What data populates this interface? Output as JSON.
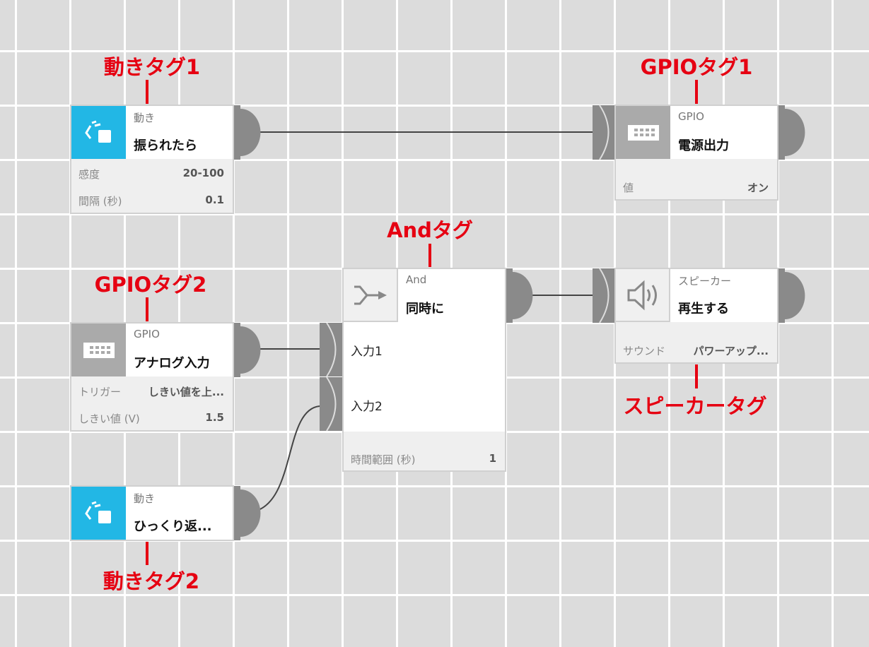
{
  "labels": {
    "motion1": "動きタグ1",
    "gpio1": "GPIOタグ1",
    "and": "Andタグ",
    "gpio2": "GPIOタグ2",
    "speaker": "スピーカータグ",
    "motion2": "動きタグ2"
  },
  "nodes": {
    "motion1": {
      "category": "動き",
      "title": "振られたら",
      "rows": [
        {
          "k": "感度",
          "v": "20-100"
        },
        {
          "k": "間隔 (秒)",
          "v": "0.1"
        }
      ]
    },
    "gpio1": {
      "category": "GPIO",
      "title": "電源出力",
      "rows": [
        {
          "k": "値",
          "v": "オン"
        }
      ]
    },
    "gpio2": {
      "category": "GPIO",
      "title": "アナログ入力",
      "rows": [
        {
          "k": "トリガー",
          "v": "しきい値を上..."
        },
        {
          "k": "しきい値 (V)",
          "v": "1.5"
        }
      ]
    },
    "and": {
      "category": "And",
      "title": "同時に",
      "inputs": [
        "入力1",
        "入力2"
      ],
      "rows": [
        {
          "k": "時間範囲 (秒)",
          "v": "1"
        }
      ]
    },
    "speaker": {
      "category": "スピーカー",
      "title": "再生する",
      "rows": [
        {
          "k": "サウンド",
          "v": "パワーアップ..."
        }
      ]
    },
    "motion2": {
      "category": "動き",
      "title": "ひっくり返..."
    }
  },
  "colors": {
    "motion": "#22b7e5",
    "gpio": "#aaaaaa",
    "label": "#e60012"
  }
}
